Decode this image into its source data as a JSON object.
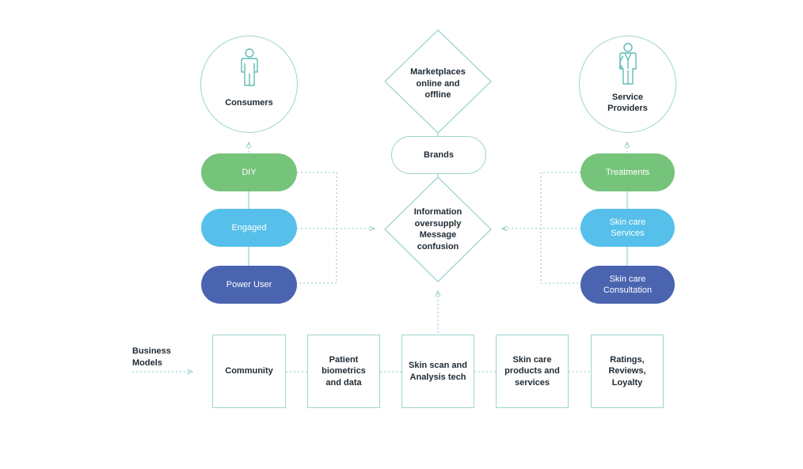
{
  "consumers": {
    "label": "Consumers",
    "icon": "person-icon",
    "segments": [
      "DIY",
      "Engaged",
      "Power User"
    ]
  },
  "center": {
    "top_diamond": "Marketplaces online and offline",
    "brands": "Brands",
    "middle_diamond": "Information oversupply Message confusion"
  },
  "providers": {
    "label": "Service Providers",
    "icon": "doctor-icon",
    "segments": [
      "Treatments",
      "Skin care Services",
      "Skin care Consultation"
    ]
  },
  "business_models": {
    "label": "Business Models",
    "items": [
      "Community",
      "Patient biometrics and data",
      "Skin scan and Analysis tech",
      "Skin care products and services",
      "Ratings, Reviews, Loyalty"
    ]
  },
  "colors": {
    "line": "#9ed4d0",
    "green": "#76c47c",
    "blue": "#56c0ea",
    "navy": "#4a64b0"
  }
}
